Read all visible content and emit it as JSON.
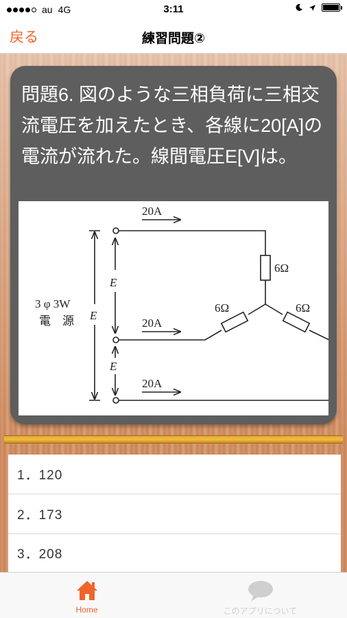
{
  "status_bar": {
    "carrier": "au",
    "network": "4G",
    "time": "3:11"
  },
  "nav": {
    "back_label": "戻る",
    "title": "練習問題②"
  },
  "question": {
    "text": "問題6. 図のような三相負荷に三相交流電圧を加えたとき、各線に20[A]の電流が流れた。線間電圧E[V]は。"
  },
  "figure": {
    "current_top": "20A",
    "current_mid": "20A",
    "current_bot": "20A",
    "resistor_top": "6Ω",
    "resistor_left": "6Ω",
    "resistor_right": "6Ω",
    "voltage_upper": "E",
    "voltage_lower": "E",
    "voltage_total": "E",
    "source_label_1": "3 φ 3W",
    "source_label_2": "電　源"
  },
  "choices": [
    {
      "label": "1．120"
    },
    {
      "label": "2．173"
    },
    {
      "label": "3．208"
    }
  ],
  "tab_bar": {
    "home_label": "Home",
    "about_label": "このアプリについて"
  },
  "colors": {
    "accent": "#f0642a",
    "card": "#5e5e5e",
    "divider": "#f2bd42"
  },
  "icons": {
    "home": "home-icon",
    "about": "speech-bubble-icon"
  }
}
